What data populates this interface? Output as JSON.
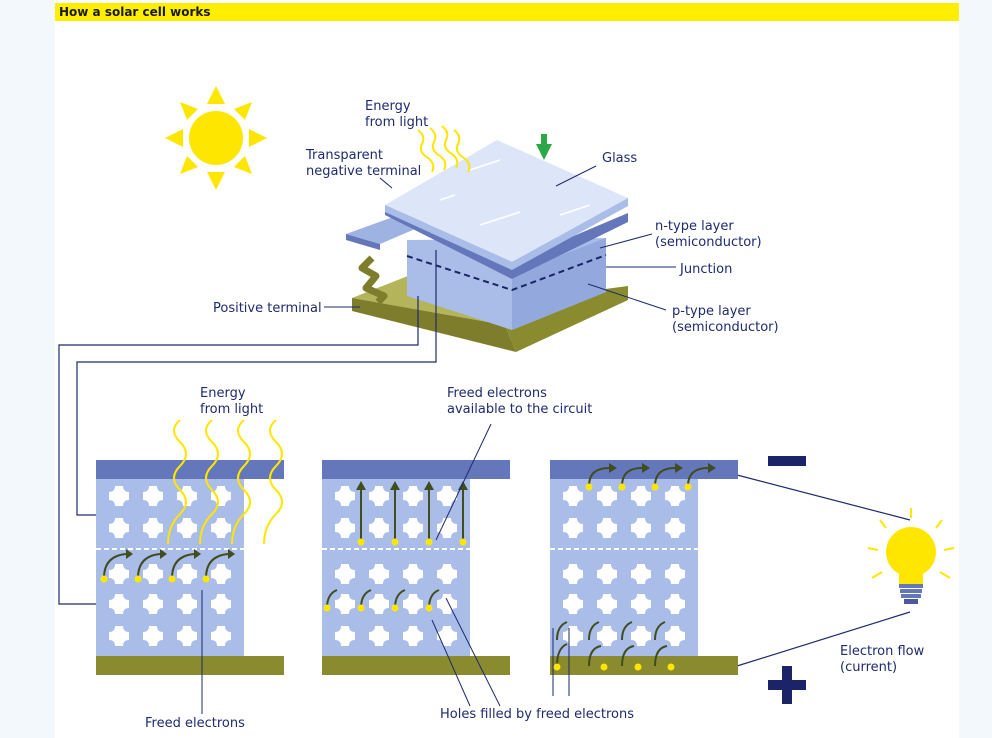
{
  "title": "How a solar cell works",
  "labels": {
    "energy_top_1": "Energy",
    "energy_top_2": "from light",
    "transparent_1": "Transparent",
    "transparent_2": "negative terminal",
    "glass": "Glass",
    "ntype_1": "n-type layer",
    "ntype_2": "(semiconductor)",
    "junction": "Junction",
    "ptype_1": "p-type layer",
    "ptype_2": "(semiconductor)",
    "positive_terminal": "Positive terminal",
    "energy_low_1": "Energy",
    "energy_low_2": "from light",
    "freed_avail_1": "Freed electrons",
    "freed_avail_2": "available to the circuit",
    "freed_electrons": "Freed electrons",
    "holes_filled": "Holes filled by freed electrons",
    "electron_flow_1": "Electron flow",
    "electron_flow_2": "(current)"
  },
  "colors": {
    "title_bar": "#ffee00",
    "sun": "#ffe600",
    "glass": "#dde6f8",
    "n_layer": "#6577bb",
    "cell_body": "#a9bde8",
    "terminal": "#8a8a2e",
    "electron": "#ffe600",
    "arrow": "#3f4d1f",
    "minus_plus": "#1a2466"
  },
  "icons": [
    "sun-icon",
    "down-arrow-icon",
    "light-bulb-icon",
    "minus-icon",
    "plus-icon"
  ]
}
